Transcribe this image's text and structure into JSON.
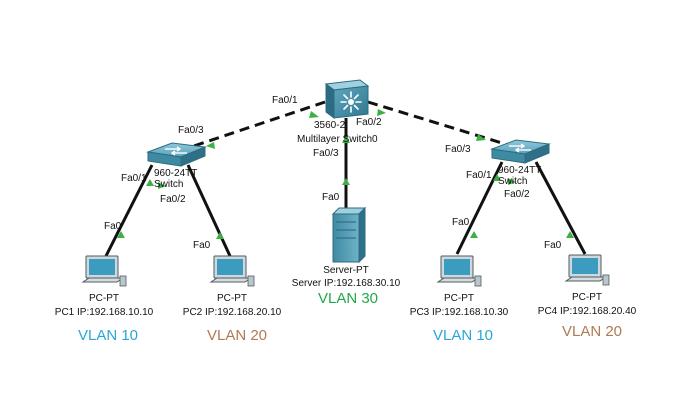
{
  "colors": {
    "vlan10": "#2aa6d6",
    "vlan20": "#b07a55",
    "vlan30": "#22a84a",
    "link_up": "#3cb043",
    "cable": "#111111",
    "switch_body": "#3f8aa3"
  },
  "multilayer": {
    "model": "3560-2",
    "name": "Multilayer Switch0",
    "ports": {
      "left": "Fa0/1",
      "right": "Fa0/2",
      "down": "Fa0/3"
    }
  },
  "switch_left": {
    "model": "960-24TT",
    "name": "Switch",
    "ports": {
      "up": "Fa0/3",
      "pc1": "Fa0/1",
      "pc2": "Fa0/2"
    }
  },
  "switch_right": {
    "model": "960-24TT",
    "name": "Switch",
    "ports": {
      "up": "Fa0/3",
      "pc3": "Fa0/1",
      "pc4": "Fa0/2"
    }
  },
  "server": {
    "type": "Server-PT",
    "ip_label": "Server IP:192.168.30.10",
    "port": "Fa0",
    "vlan": "VLAN 30"
  },
  "pcs": [
    {
      "type": "PC-PT",
      "ip_label": "PC1 IP:192.168.10.10",
      "port": "Fa0",
      "vlan": "VLAN 10"
    },
    {
      "type": "PC-PT",
      "ip_label": "PC2 IP:192.168.20.10",
      "port": "Fa0",
      "vlan": "VLAN 20"
    },
    {
      "type": "PC-PT",
      "ip_label": "PC3 IP:192.168.10.30",
      "port": "Fa0",
      "vlan": "VLAN 10"
    },
    {
      "type": "PC-PT",
      "ip_label": "PC4 IP:192.168.20.40",
      "port": "Fa0",
      "vlan": "VLAN 20"
    }
  ]
}
